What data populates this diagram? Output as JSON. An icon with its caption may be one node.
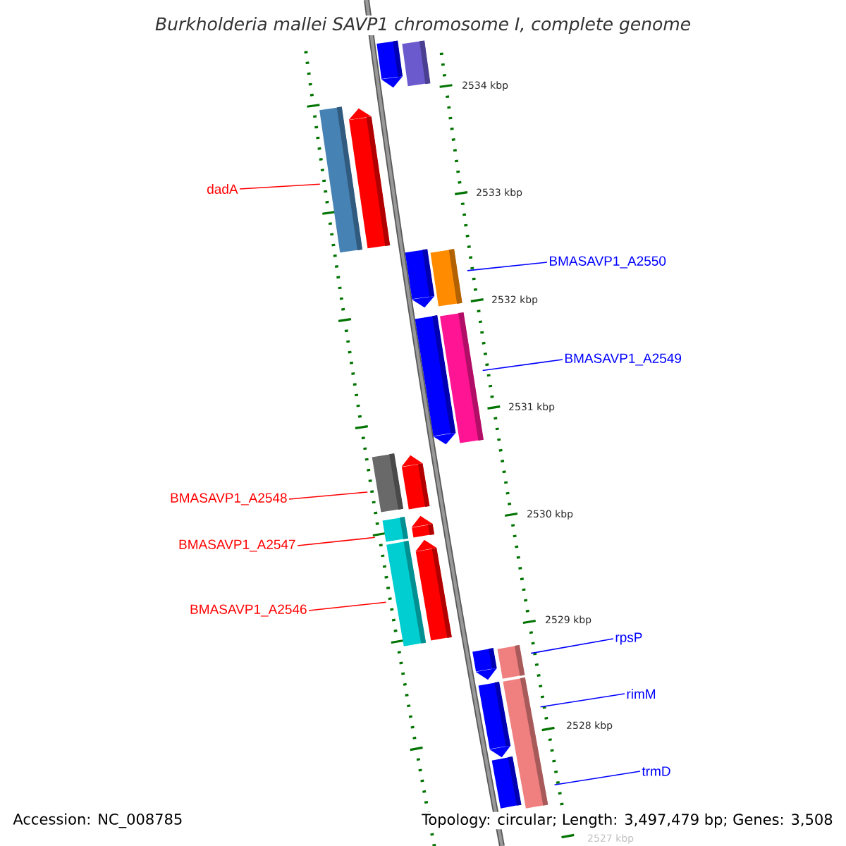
{
  "diagram": {
    "title": "Burkholderia mallei SAVP1 chromosome I, complete genome",
    "nodes": [
      {
        "text": [],
        "shape": "box"
      },
      {
        "text": [],
        "shape": "box"
      },
      {
        "text": [
          "dadA"
        ]
      },
      {
        "text": [],
        "shape": "box"
      },
      {
        "text": [],
        "shape": "box"
      },
      {
        "text": [],
        "shape": "box"
      },
      {
        "text": [],
        "shape": "box"
      },
      {
        "text": [
          "BMASAVP1_A2550"
        ]
      },
      {
        "text": [],
        "shape": "box"
      },
      {
        "text": [],
        "shape": "box"
      },
      {
        "text": [
          "BMASAVP1_A2549"
        ]
      },
      {
        "text": [
          "BMASAVP1_A2548"
        ]
      },
      {
        "text": [],
        "shape": "box"
      },
      {
        "text": [],
        "shape": "box"
      },
      {
        "text": [
          "BMASAVP1_A2547"
        ]
      },
      {
        "text": [],
        "shape": "box"
      },
      {
        "text": [],
        "shape": "box"
      },
      {
        "text": [
          "BMASAVP1_A2546"
        ]
      },
      {
        "text": [],
        "shape": "box"
      },
      {
        "text": [],
        "shape": "box"
      },
      {
        "text": [],
        "shape": "box"
      },
      {
        "text": [],
        "shape": "box"
      },
      {
        "text": [
          "rpsP"
        ]
      },
      {
        "text": [],
        "shape": "box"
      },
      {
        "text": [],
        "shape": "box"
      },
      {
        "text": [
          "rimM"
        ]
      },
      {
        "text": [],
        "shape": "box"
      },
      {
        "text": [
          "trmD"
        ]
      }
    ],
    "edges": [
      {
        "from": 2,
        "to": 3,
        "arrow": "none",
        "color": "#ff0000"
      },
      {
        "from": 7,
        "to": 6,
        "arrow": "none",
        "color": "#0000ff"
      },
      {
        "from": 10,
        "to": 9,
        "arrow": "none",
        "color": "#0000ff"
      },
      {
        "from": 11,
        "to": 12,
        "arrow": "none",
        "color": "#ff0000"
      },
      {
        "from": 14,
        "to": 15,
        "arrow": "none",
        "color": "#ff0000"
      },
      {
        "from": 17,
        "to": 18,
        "arrow": "none",
        "color": "#ff0000"
      },
      {
        "from": 22,
        "to": 21,
        "arrow": "none",
        "color": "#0000ff"
      },
      {
        "from": 25,
        "to": 24,
        "arrow": "none",
        "color": "#0000ff"
      },
      {
        "from": 27,
        "to": 24,
        "arrow": "none",
        "color": "#0000ff"
      }
    ],
    "labels": [
      "2534 kbp",
      "2533 kbp",
      "2532 kbp",
      "2531 kbp",
      "2530 kbp",
      "2529 kbp",
      "2528 kbp",
      "2527 kbp",
      "Accession: NC_008785",
      "Topology: circular; Length: 3,497,479 bp; Genes: 3,508"
    ]
  }
}
